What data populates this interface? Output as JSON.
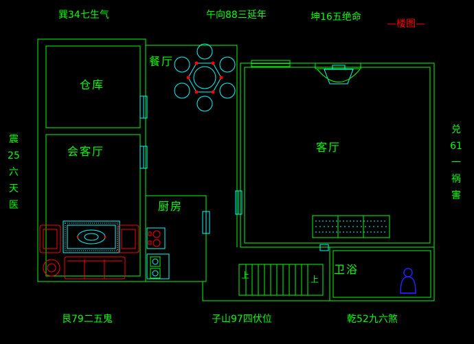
{
  "colors": {
    "background": "#000000",
    "wall": "#00ff00",
    "furniture": "#00ffff",
    "accent": "#ff0000",
    "figure": "#2222ff"
  },
  "title_label": "—楼图—",
  "compass": {
    "top_left": "巽34七生气",
    "top_center": "午向88三延年",
    "top_right": "坤16五绝命",
    "left": [
      "震",
      "25",
      "六",
      "天",
      "医"
    ],
    "right": [
      "兑",
      "61",
      "一",
      "祸",
      "害"
    ],
    "bottom_left": "艮79二五鬼",
    "bottom_center": "子山97四伏位",
    "bottom_right": "乾52九六煞"
  },
  "rooms": {
    "storage": "仓库",
    "dining": "餐厅",
    "reception": "会客厅",
    "living": "客厅",
    "kitchen": "厨房",
    "bathroom": "卫浴"
  },
  "stairs": {
    "up_label_left": "上",
    "up_label_right": "上"
  }
}
